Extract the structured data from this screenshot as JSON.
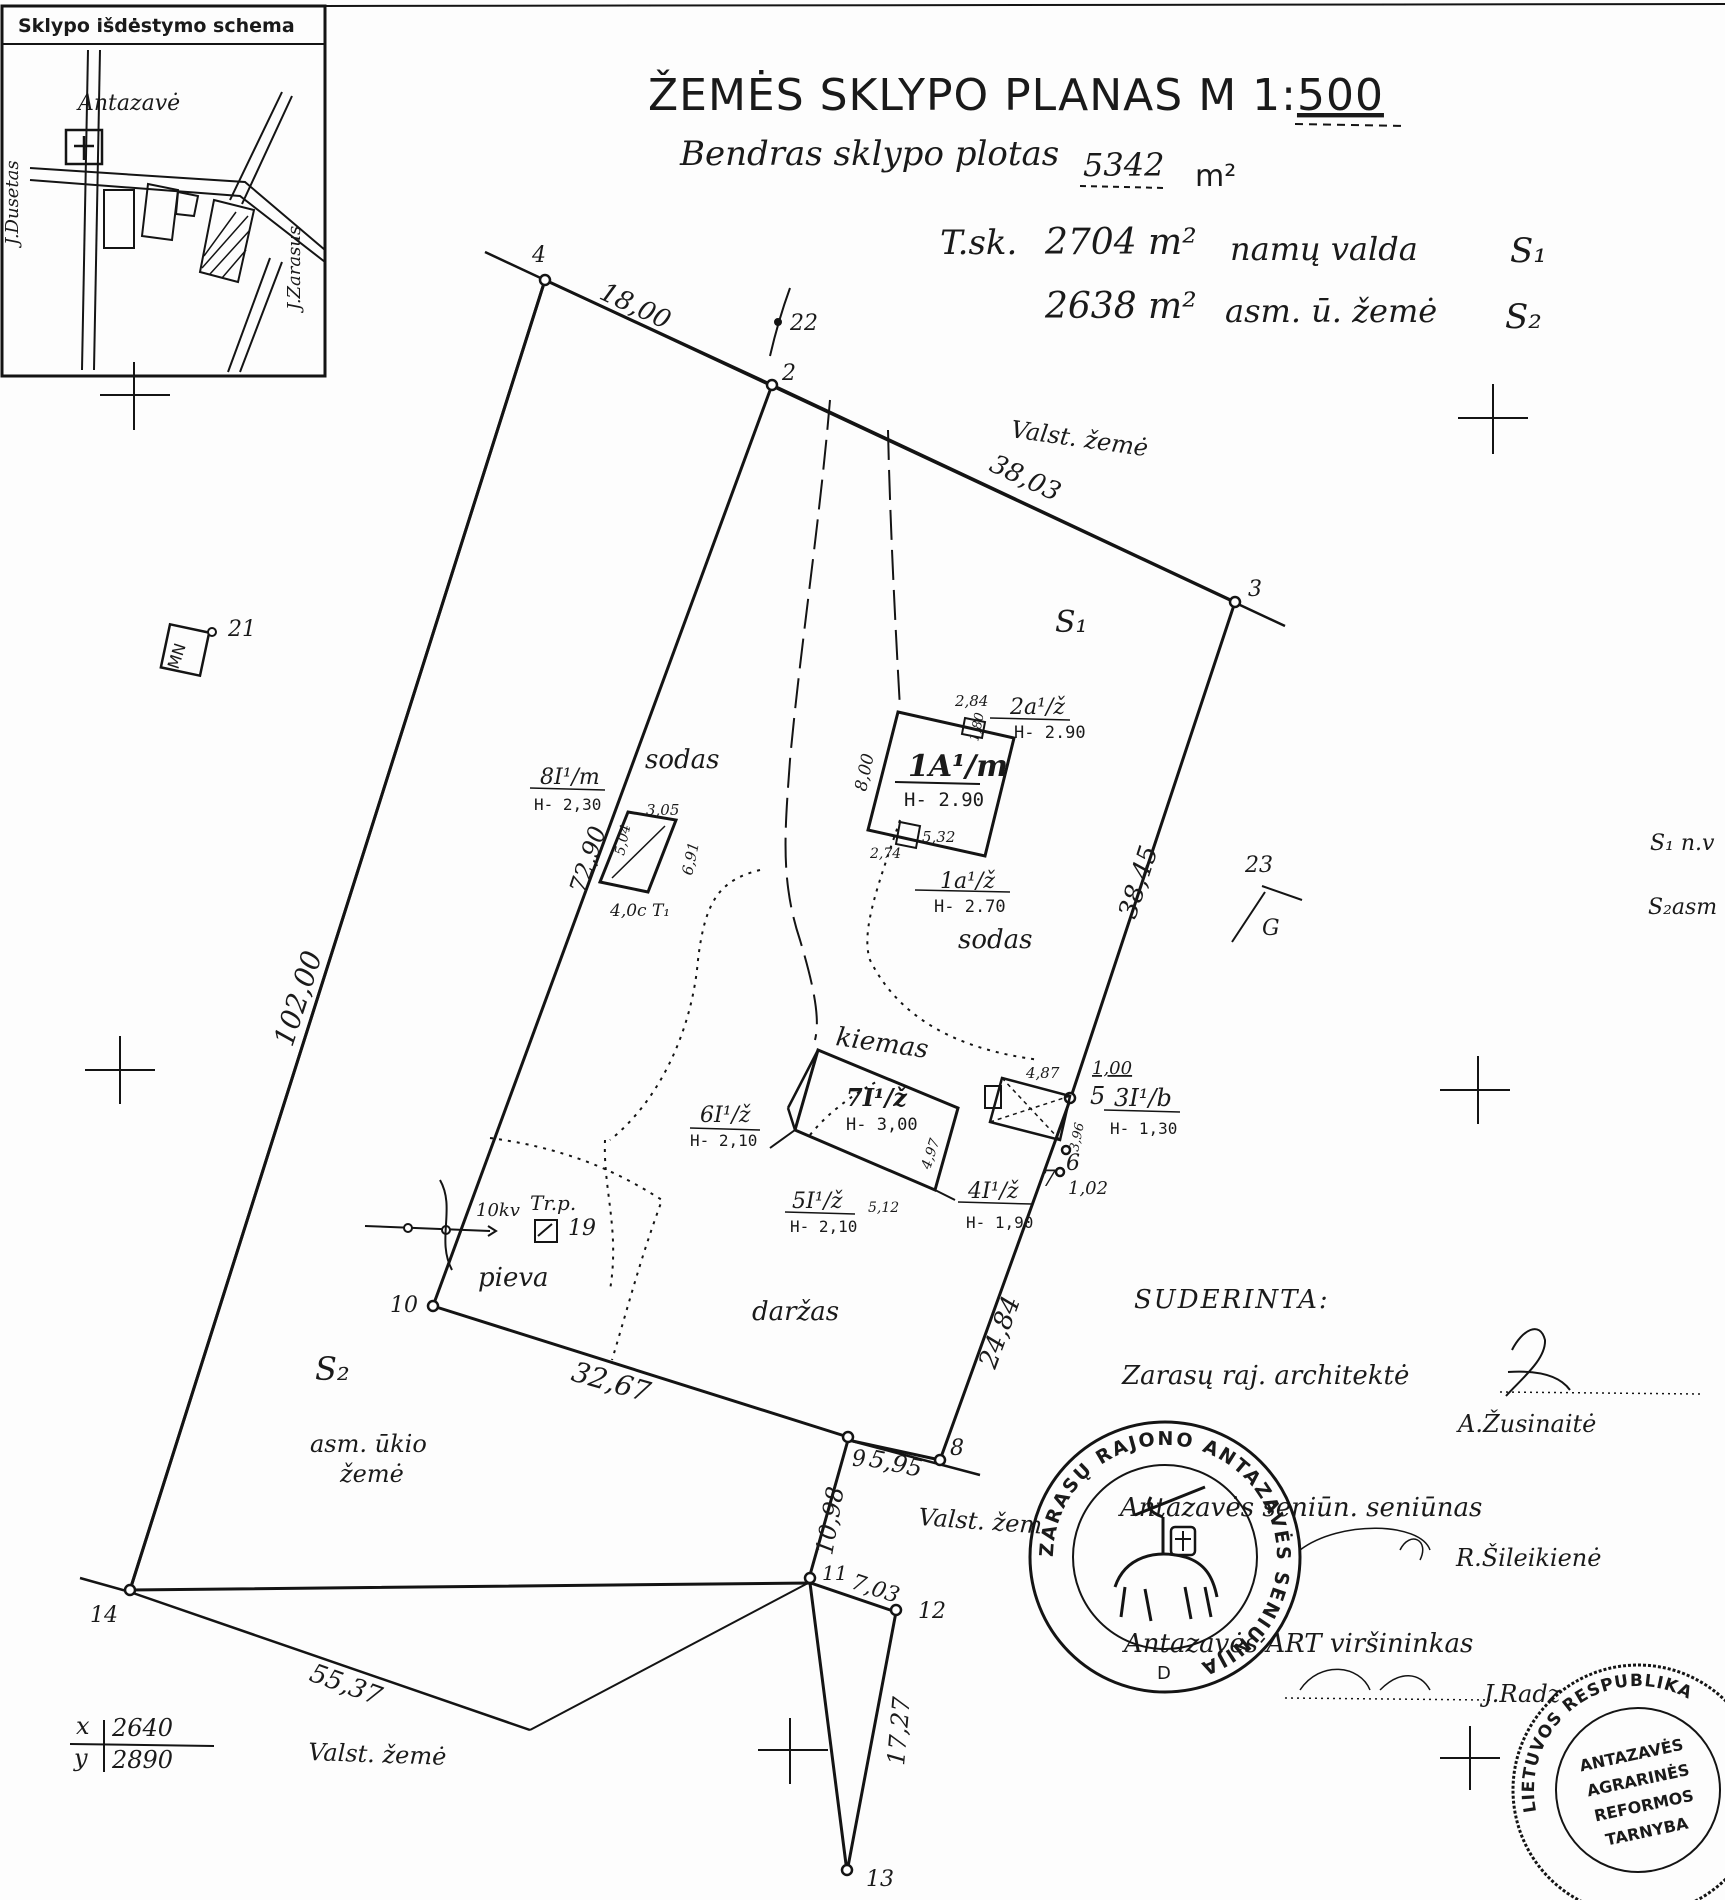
{
  "inset": {
    "title": "Sklypo išdėstymo schema",
    "village": "Antazavė",
    "street_left": "J.Dusetas",
    "street_right": "J.Zarasus"
  },
  "header": {
    "title": "ŽEMĖS SKLYPO PLANAS M 1:",
    "scale": "500",
    "area_label": "Bendras sklypo plotas",
    "area_value": "5342",
    "area_unit": "m²",
    "tsk_label": "T.sk.",
    "s1_area": "2704 m²",
    "s1_use": "namų valda",
    "s1_code": "S₁",
    "s2_area": "2638 m²",
    "s2_use": "asm. ū. žemė",
    "s2_code": "S₂"
  },
  "points": [
    "4",
    "2",
    "3",
    "5",
    "6",
    "7",
    "8",
    "9",
    "10",
    "11",
    "12",
    "13",
    "14",
    "19",
    "21",
    "22",
    "23"
  ],
  "lengths": {
    "l_4_2": "18,00",
    "l_2_3": "38,03",
    "l_3_5": "38,45",
    "l_7_8": "24,84",
    "l_10_9": "32,67",
    "l_9_8": "5,95",
    "l_9_11": "10,98",
    "l_11_12": "7,03",
    "l_12_13": "17,27",
    "l_14_13": "55,37",
    "l_14_4": "102,00",
    "l_10_2": "72,90",
    "l_5_6": "1,00",
    "l_6_7": "1,02"
  },
  "areas": {
    "s1": "S₁",
    "s2": "S₂",
    "s2_desc1": "asm. ūkio",
    "s2_desc2": "žemė",
    "valst_top": "Valst. žemė",
    "valst_mid": "Valst. žem",
    "valst_bottom": "Valst. žemė",
    "sodas1": "sodas",
    "sodas2": "sodas",
    "kiemas": "kiemas",
    "darzas": "daržas",
    "pieva": "pieva",
    "g_label": "G",
    "mn_label": "MN"
  },
  "buildings": {
    "house_code": "1A¹/m",
    "house_h": "H- 2.90",
    "b2_code": "2a¹/ž",
    "b2_h": "H- 2.90",
    "b2_dim": "2,84",
    "b2_dim2": "1,80",
    "b1a_code": "1a¹/ž",
    "b1a_h": "H- 2.70",
    "b1a_dim": "5,32",
    "b1a_dim2": "2,74",
    "house_side": "8,00",
    "b8_code": "8I¹/m",
    "b8_h": "H- 2,30",
    "b8_dim_top": "3,05",
    "b8_dim_side": "6,91",
    "b8_dim_left": "5,04",
    "t1_label": "4,0c T₁",
    "b7_code": "7I¹/ž",
    "b7_h": "H- 3,00",
    "b6_code": "6I¹/ž",
    "b6_h": "H- 2,10",
    "b5_code": "5I¹/ž",
    "b5_h": "H- 2,10",
    "b5_dim": "5,12",
    "b4_code": "4I¹/ž",
    "b4_h": "H- 1,90",
    "b7_dim": "4,97",
    "b3_code": "3I¹/b",
    "b3_h": "H- 1,30",
    "b3_dim": "4,87",
    "b3_dim_side": "3,96",
    "tr_label": "Tr.p.",
    "kv_label": "10kv"
  },
  "approval": {
    "title": "SUDERINTA:",
    "line1": "Zarasų raj. architektė",
    "name1": "A.Žusinaitė",
    "line2": "Antazavės seniūn. seniūnas",
    "name2": "R.Šileikienė",
    "line3": "Antazavės ART viršininkas",
    "name3": "J.Radz"
  },
  "seal1": {
    "text": "ZARASŲ RAJONO ANTAZAVĖS SENIŪNIJA",
    "letter": "D"
  },
  "seal2": {
    "outer": "LIETUVOS RESPUBLIKA",
    "inner1": "ANTAZAVĖS",
    "inner2": "AGRARINĖS",
    "inner3": "REFORMOS",
    "inner4": "TARNYBA"
  },
  "coords": {
    "x_label": "x",
    "x_value": "2640",
    "y_label": "y",
    "y_value": "2890"
  },
  "right_legend": {
    "s1": "S₁ n.v",
    "s2": "S₂asm"
  }
}
